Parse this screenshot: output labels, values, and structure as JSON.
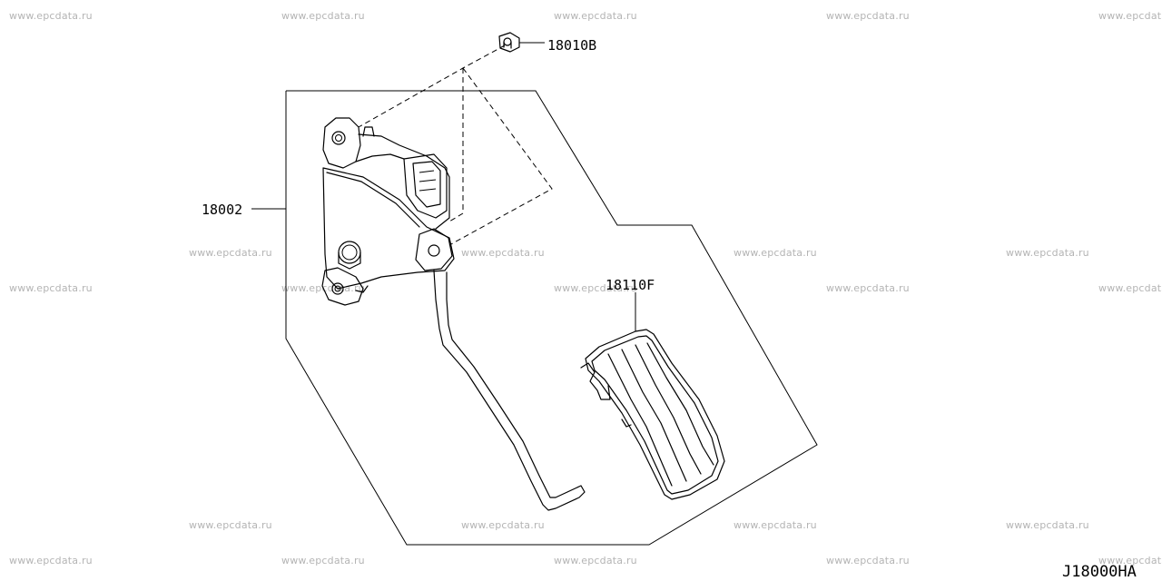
{
  "watermark": "www.epcdata.ru",
  "diagram_code": "J18000HA",
  "callouts": {
    "clip": "18010B",
    "pedal_assembly": "18002",
    "pedal_pad": "18110F"
  },
  "colors": {
    "line": "#000000",
    "watermark": "#b4b4b4",
    "background": "#ffffff"
  }
}
